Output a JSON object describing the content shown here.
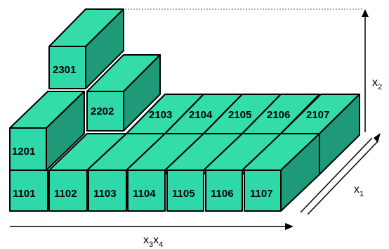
{
  "blocks": {
    "b1101": "1101",
    "b1102": "1102",
    "b1103": "1103",
    "b1104": "1104",
    "b1105": "1105",
    "b1106": "1106",
    "b1107": "1107",
    "b1201": "1201",
    "b2103": "2103",
    "b2104": "2104",
    "b2105": "2105",
    "b2106": "2106",
    "b2107": "2107",
    "b2202": "2202",
    "b2301": "2301"
  },
  "axes": {
    "x1_main": "x",
    "x1_sub": "1",
    "x2_main": "x",
    "x2_sub": "2",
    "x3_main": "x",
    "x3_sub": "3",
    "x4_main": "x",
    "x4_sub": "4"
  },
  "colors": {
    "front": "#2fd8a8",
    "top": "#34dcaa",
    "side": "#1f9a78"
  }
}
